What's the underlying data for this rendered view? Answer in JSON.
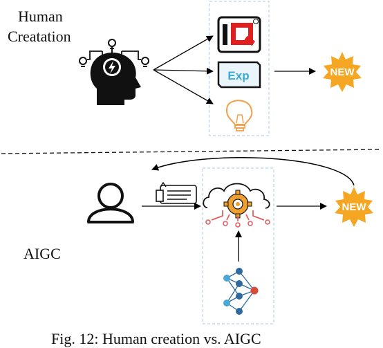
{
  "top_section": {
    "label_line1": "Human",
    "label_line2": "Creatation",
    "icons": {
      "head": "human-head-lightning-icon",
      "iq": "iq-icon",
      "exp": "exp-icon",
      "bulb": "lightbulb-icon"
    },
    "iq_text": "IQ",
    "iq_mark": "®",
    "exp_text": "Exp",
    "new_badge": "NEW"
  },
  "bottom_section": {
    "label": "AIGC",
    "icons": {
      "user": "user-outline-icon",
      "prompt": "prompt-scroll-icon",
      "ai": "cloud-gear-circuit-icon",
      "network": "neural-network-icon"
    },
    "new_badge": "NEW"
  },
  "caption": "Fig. 12: Human creation vs. AIGC",
  "colors": {
    "badge_fill": "#f5a623",
    "badge_text": "#ffffff",
    "iq_red": "#e02020",
    "exp_blue": "#3aa9d6",
    "bulb_orange": "#f2a04a",
    "gear_orange": "#f0a030",
    "circuit_red": "#e06060",
    "node_blue": "#4aa8d8",
    "node_dark": "#2c6aa0",
    "node_red": "#d84a3a",
    "dashed_box": "#b8d4ea"
  }
}
